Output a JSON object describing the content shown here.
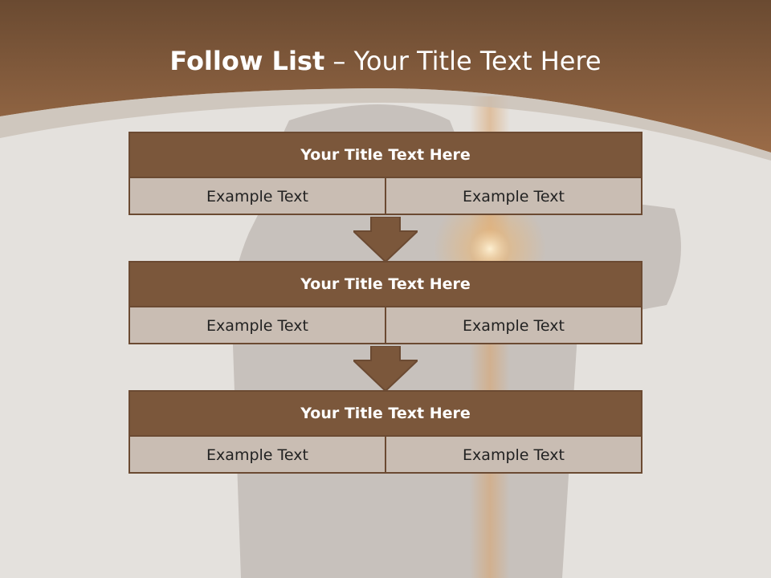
{
  "slide": {
    "title_bold": "Follow List",
    "title_rest": " – Your Title Text Here"
  },
  "blocks": [
    {
      "title": "Your Title Text Here",
      "left": "Example Text",
      "right": "Example Text"
    },
    {
      "title": "Your Title Text Here",
      "left": "Example Text",
      "right": "Example Text"
    },
    {
      "title": "Your Title Text Here",
      "left": "Example Text",
      "right": "Example Text"
    }
  ],
  "colors": {
    "header_brown": "#8d6240",
    "block_title_fill": "#7b573b",
    "cell_fill": "#c9bdb3",
    "background": "#e4e1dd"
  }
}
